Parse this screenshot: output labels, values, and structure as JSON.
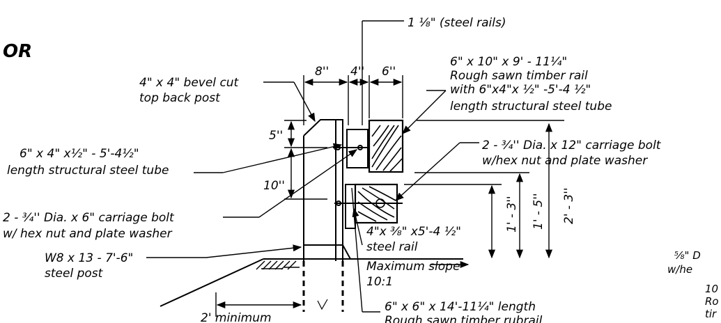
{
  "heading": "OR",
  "labels": {
    "rail_thickness": "1 ⅛\" (steel rails)",
    "rail_spec_1": "6\" x 10\" x 9' - 11¼\"",
    "rail_spec_2": "Rough sawn timber rail",
    "rail_spec_3": "with 6\"x4\"x ½\" -5'-4 ½\"",
    "rail_spec_4": "length structural steel tube",
    "post_top_1": "4\" x 4\" bevel cut",
    "post_top_2": "top back post",
    "tube_1": "6\" x 4\" x½\" - 5'-4½\"",
    "tube_2": "length structural steel tube",
    "bolt12_1": "2 - ¾'' Dia. x 12\" carriage bolt",
    "bolt12_2": "w/hex nut and plate washer",
    "bolt6_1": "2 - ¾'' Dia. x 6\"  carriage bolt",
    "bolt6_2": "w/ hex nut and plate washer",
    "steel_rail_1": "4\"x ⅜\" x5'-4 ½\"",
    "steel_rail_2": "steel rail",
    "post_1": "W8 x 13 - 7'-6\"",
    "post_2": "steel post",
    "slope_1": "Maximum slope",
    "slope_2": "10:1",
    "rubrail_1": "6\" x 6\" x 14'-11¼\" length",
    "rubrail_2": "Rough sawn timber rubrail",
    "minimum": "2' minimum",
    "right_1": "⅝\" D",
    "right_2": "w/he",
    "right_3": "10",
    "right_4": "Ro",
    "right_5": "tir"
  },
  "dimensions": {
    "d8": "8''",
    "d4": "4''",
    "d6": "6''",
    "d5": "5''",
    "d10": "10''",
    "h13": "1' - 3''",
    "h15": "1' - 5''",
    "h23": "2' - 3''"
  }
}
